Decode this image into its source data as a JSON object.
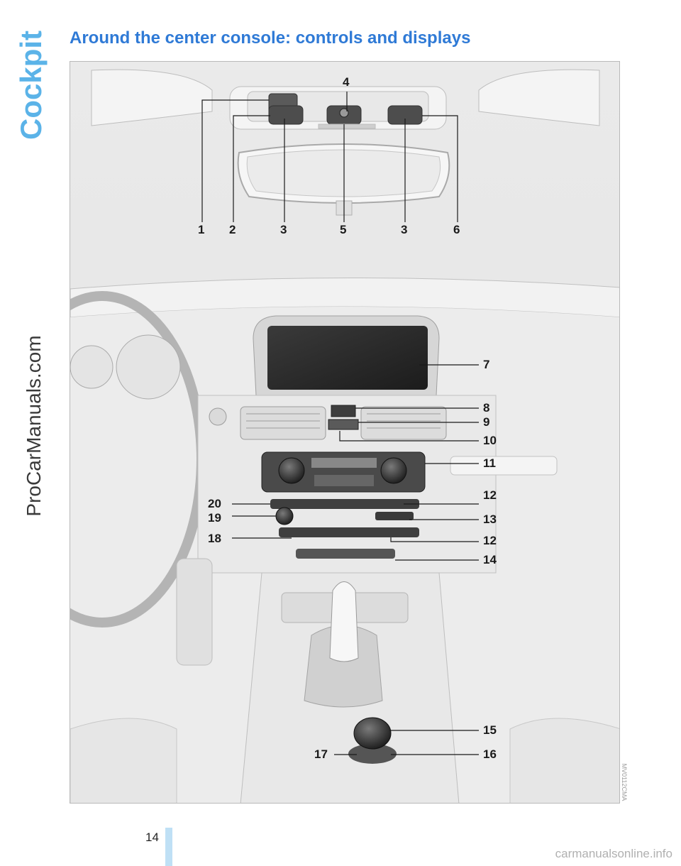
{
  "section_tab": "Cockpit",
  "side_watermark": "ProCarManuals.com",
  "title": "Around the center console: controls and displays",
  "callouts": {
    "c1": "1",
    "c2": "2",
    "c3a": "3",
    "c4": "4",
    "c5": "5",
    "c3b": "3",
    "c6": "6",
    "c7": "7",
    "c8": "8",
    "c9": "9",
    "c10": "10",
    "c11": "11",
    "c12a": "12",
    "c20": "20",
    "c19": "19",
    "c13": "13",
    "c18": "18",
    "c12b": "12",
    "c14": "14",
    "c15": "15",
    "c16": "16",
    "c17": "17"
  },
  "image_code": "MV0112CMA",
  "page_number": "14",
  "footer_watermark": "carmanualsonline.info",
  "colors": {
    "accent_blue": "#2f7ad6",
    "tab_blue": "#5bb3e8",
    "page_bar": "#bfe0f5"
  }
}
